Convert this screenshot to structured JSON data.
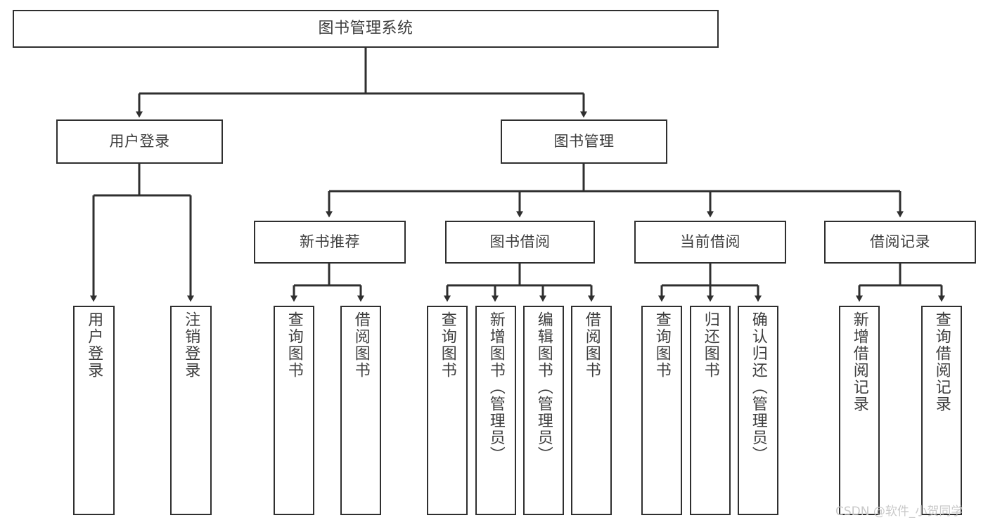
{
  "diagram": {
    "title": "图书管理系统",
    "type": "functional-structure-tree",
    "colors": {
      "background": "#ffffff",
      "node_border": "#2f2f2f",
      "node_fill": "#ffffff",
      "text": "#3d3d3d",
      "edge": "#2f2f2f",
      "watermark": "#c9c9c9"
    },
    "root": {
      "id": "root",
      "label": "图书管理系统"
    },
    "level2": [
      {
        "id": "user-login",
        "label": "用户登录"
      },
      {
        "id": "book-management",
        "label": "图书管理"
      }
    ],
    "level3": [
      {
        "id": "new-book-recommend",
        "label": "新书推荐"
      },
      {
        "id": "book-borrow",
        "label": "图书借阅"
      },
      {
        "id": "current-borrow",
        "label": "当前借阅"
      },
      {
        "id": "borrow-record",
        "label": "借阅记录"
      }
    ],
    "leaves": [
      {
        "id": "leaf-user-login",
        "label": "用户登录",
        "parent": "user-login"
      },
      {
        "id": "leaf-logout-login",
        "label": "注销登录",
        "parent": "user-login"
      },
      {
        "id": "leaf-query-book-1",
        "label": "查询图书",
        "parent": "new-book-recommend"
      },
      {
        "id": "leaf-borrow-book-1",
        "label": "借阅图书",
        "parent": "new-book-recommend"
      },
      {
        "id": "leaf-query-book-2",
        "label": "查询图书",
        "parent": "book-borrow"
      },
      {
        "id": "leaf-add-book",
        "label": "新增图书（管理员）",
        "parent": "book-borrow"
      },
      {
        "id": "leaf-edit-book",
        "label": "编辑图书（管理员）",
        "parent": "book-borrow"
      },
      {
        "id": "leaf-borrow-book-2",
        "label": "借阅图书",
        "parent": "book-borrow"
      },
      {
        "id": "leaf-query-book-3",
        "label": "查询图书",
        "parent": "current-borrow"
      },
      {
        "id": "leaf-return-book",
        "label": "归还图书",
        "parent": "current-borrow"
      },
      {
        "id": "leaf-confirm-return",
        "label": "确认归还（管理员）",
        "parent": "current-borrow"
      },
      {
        "id": "leaf-add-record",
        "label": "新增借阅记录",
        "parent": "borrow-record"
      },
      {
        "id": "leaf-query-record",
        "label": "查询借阅记录",
        "parent": "borrow-record"
      }
    ]
  },
  "watermark": {
    "text": "CSDN @软件_小贺同学"
  }
}
